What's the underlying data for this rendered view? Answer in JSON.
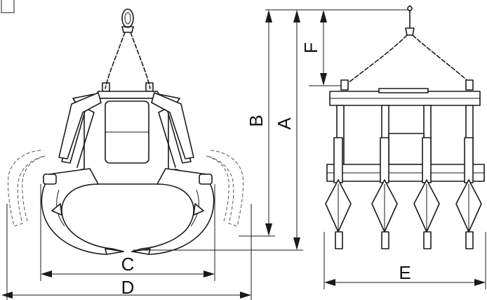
{
  "dimensions": {
    "A": "A",
    "B": "B",
    "C": "C",
    "D": "D",
    "E": "E",
    "F": "F"
  },
  "colors": {
    "ink": "#1a1a1a",
    "background": "#ffffff"
  }
}
